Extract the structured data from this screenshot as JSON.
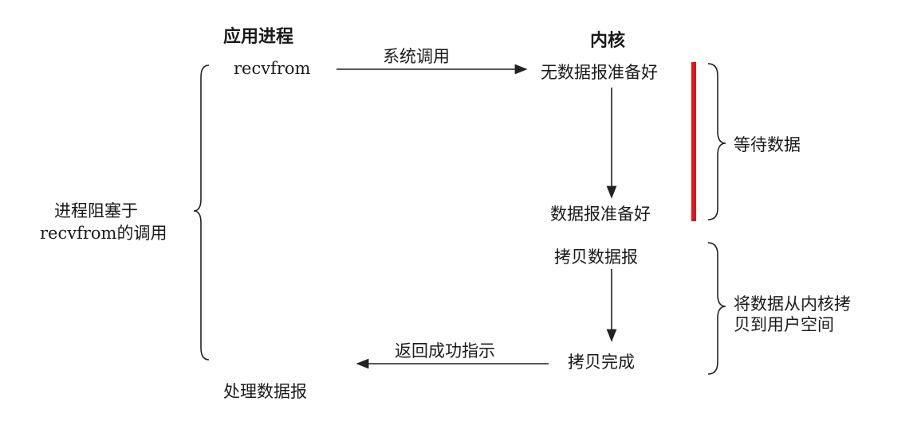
{
  "headers": {
    "app_process": "应用进程",
    "kernel": "内核"
  },
  "app": {
    "call": "recvfrom",
    "process": "处理数据报",
    "blocked_line1": "进程阻塞于",
    "blocked_line2": "recvfrom的调用"
  },
  "arrows": {
    "syscall": "系统调用",
    "return": "返回成功指示"
  },
  "kernel": {
    "not_ready": "无数据报准备好",
    "ready": "数据报准备好",
    "copy": "拷贝数据报",
    "copy_done": "拷贝完成"
  },
  "phases": {
    "wait": "等待数据",
    "copy_line1": "将数据从内核拷",
    "copy_line2": "贝到用户空间"
  },
  "colors": {
    "highlight": "#e0141b"
  }
}
